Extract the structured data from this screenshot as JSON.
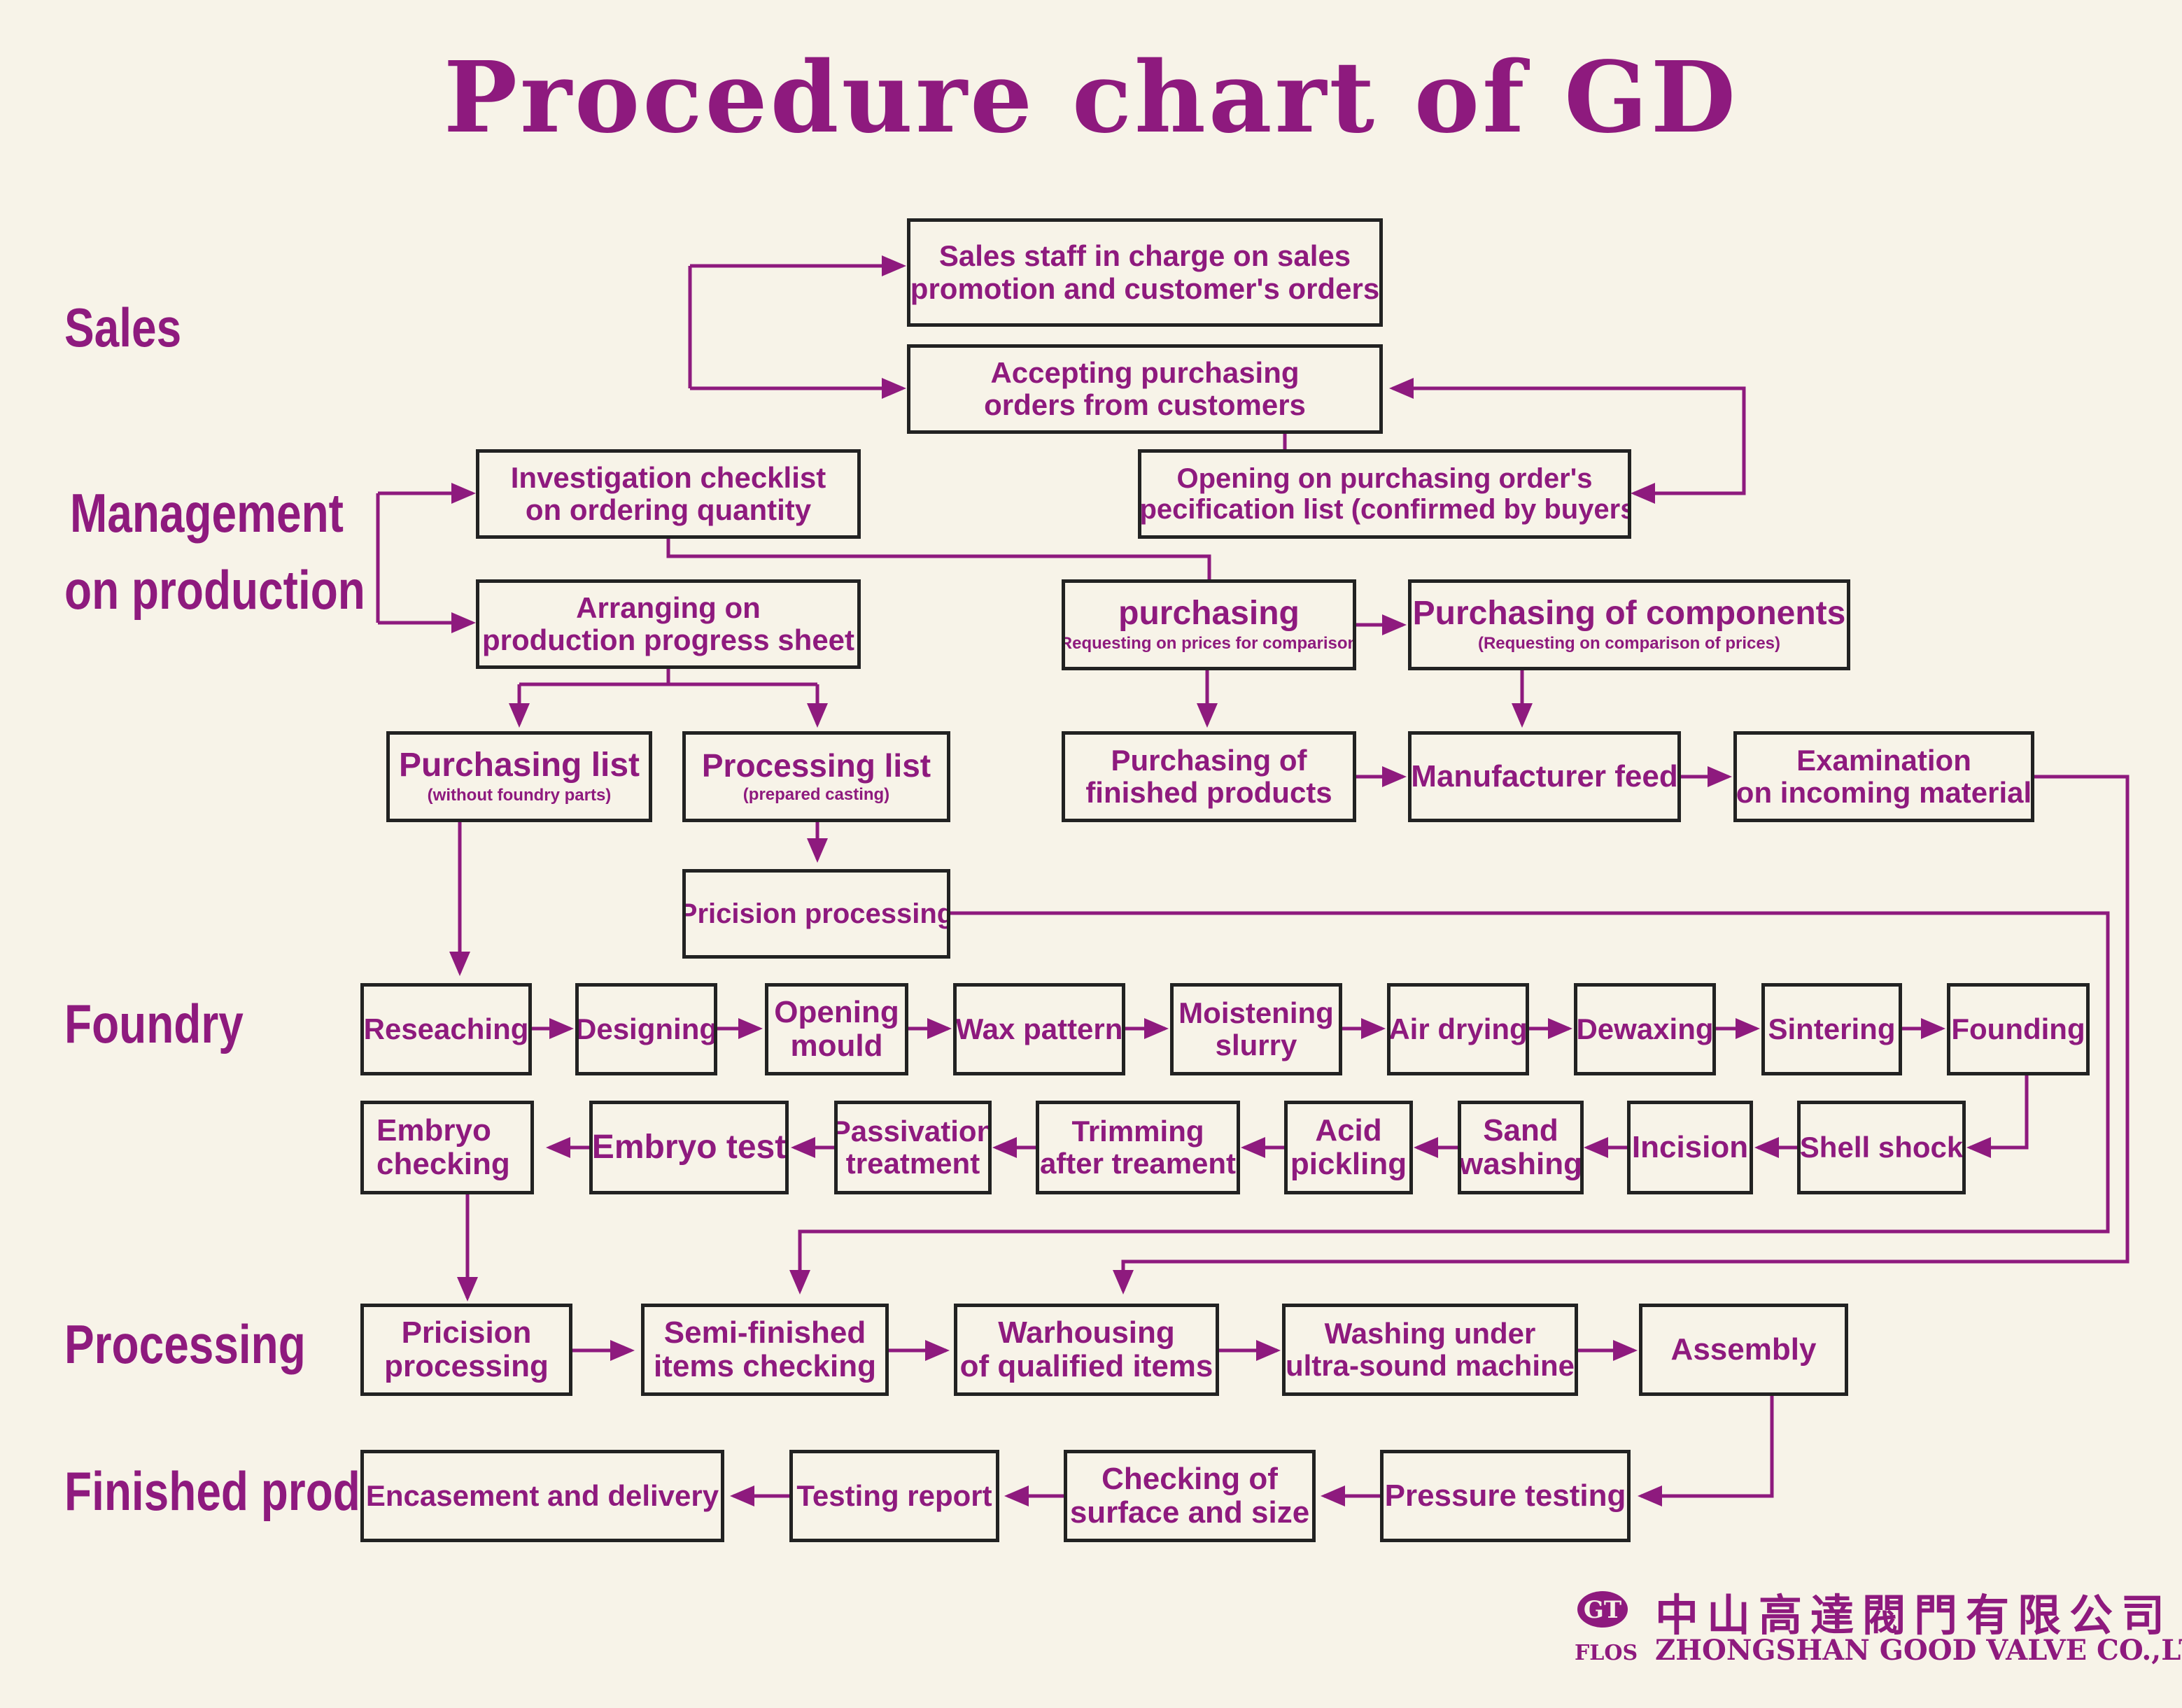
{
  "title": "Procedure chart of GD",
  "sections": {
    "sales": "Sales",
    "management_line1": "Management",
    "management_line2": "on production",
    "foundry": "Foundry",
    "processing": "Processing",
    "finished": "Finished product"
  },
  "boxes": {
    "sales_staff": {
      "line1": "Sales staff in charge on sales",
      "line2": "promotion and customer's orders"
    },
    "accepting": {
      "line1": "Accepting purchasing",
      "line2": "orders from customers"
    },
    "investigation": {
      "line1": "Investigation checklist",
      "line2": "on ordering quantity"
    },
    "opening_order": {
      "line1": "Opening on purchasing order's",
      "line2": "specification list (confirmed by buyers)"
    },
    "arranging": {
      "line1": "Arranging on",
      "line2": "production progress sheet"
    },
    "purchasing": {
      "line1": "purchasing",
      "sub": "(Requesting on prices for comparison)"
    },
    "purchasing_components": {
      "line1": "Purchasing of components",
      "sub": "(Requesting on comparison of prices)"
    },
    "purchasing_list": {
      "line1": "Purchasing list",
      "sub": "(without foundry parts)"
    },
    "processing_list": {
      "line1": "Processing list",
      "sub": "(prepared casting)"
    },
    "purchasing_finished": {
      "line1": "Purchasing of",
      "line2": "finished products"
    },
    "manufacturer_feed": {
      "line1": "Manufacturer feed"
    },
    "examination": {
      "line1": "Examination",
      "line2": "on incoming material"
    },
    "pricision_processing_top": {
      "line1": "Pricision processing"
    },
    "reseaching": {
      "line1": "Reseaching"
    },
    "designing": {
      "line1": "Designing"
    },
    "opening_mould": {
      "line1": "Opening",
      "line2": "mould"
    },
    "wax_pattern": {
      "line1": "Wax pattern"
    },
    "moistening": {
      "line1": "Moistening",
      "line2": "slurry"
    },
    "air_drying": {
      "line1": "Air drying"
    },
    "dewaxing": {
      "line1": "Dewaxing"
    },
    "sintering": {
      "line1": "Sintering"
    },
    "founding": {
      "line1": "Founding"
    },
    "embryo_checking": {
      "line1": "Embryo",
      "line2": "checking"
    },
    "embryo_test": {
      "line1": "Embryo test"
    },
    "passivation": {
      "line1": "Passivation",
      "line2": "treatment"
    },
    "trimming": {
      "line1": "Trimming",
      "line2": "after treament"
    },
    "acid_pickling": {
      "line1": "Acid",
      "line2": "pickling"
    },
    "sand_washing": {
      "line1": "Sand",
      "line2": "washing"
    },
    "incision": {
      "line1": "Incision"
    },
    "shell_shock": {
      "line1": "Shell shock"
    },
    "pricision_processing": {
      "line1": "Pricision",
      "line2": "processing"
    },
    "semi_finished": {
      "line1": "Semi-finished",
      "line2": "items checking"
    },
    "warhousing": {
      "line1": "Warhousing",
      "line2": "of qualified items"
    },
    "washing": {
      "line1": "Washing under",
      "line2": "ultra-sound machine"
    },
    "assembly": {
      "line1": "Assembly"
    },
    "encasement": {
      "line1": "Encasement  and delivery"
    },
    "testing_report": {
      "line1": "Testing report"
    },
    "checking_surface": {
      "line1": "Checking of",
      "line2": "surface and size"
    },
    "pressure_testing": {
      "line1": "Pressure testing"
    }
  },
  "footer": {
    "logo_label": "FLOS",
    "company_cn": "中山高達閥門有限公司",
    "company_en": "ZHONGSHAN GOOD VALVE CO.,LTD"
  },
  "colors": {
    "accent": "#8e1a7e",
    "box_border": "#222222",
    "background": "#f7f3e8"
  }
}
